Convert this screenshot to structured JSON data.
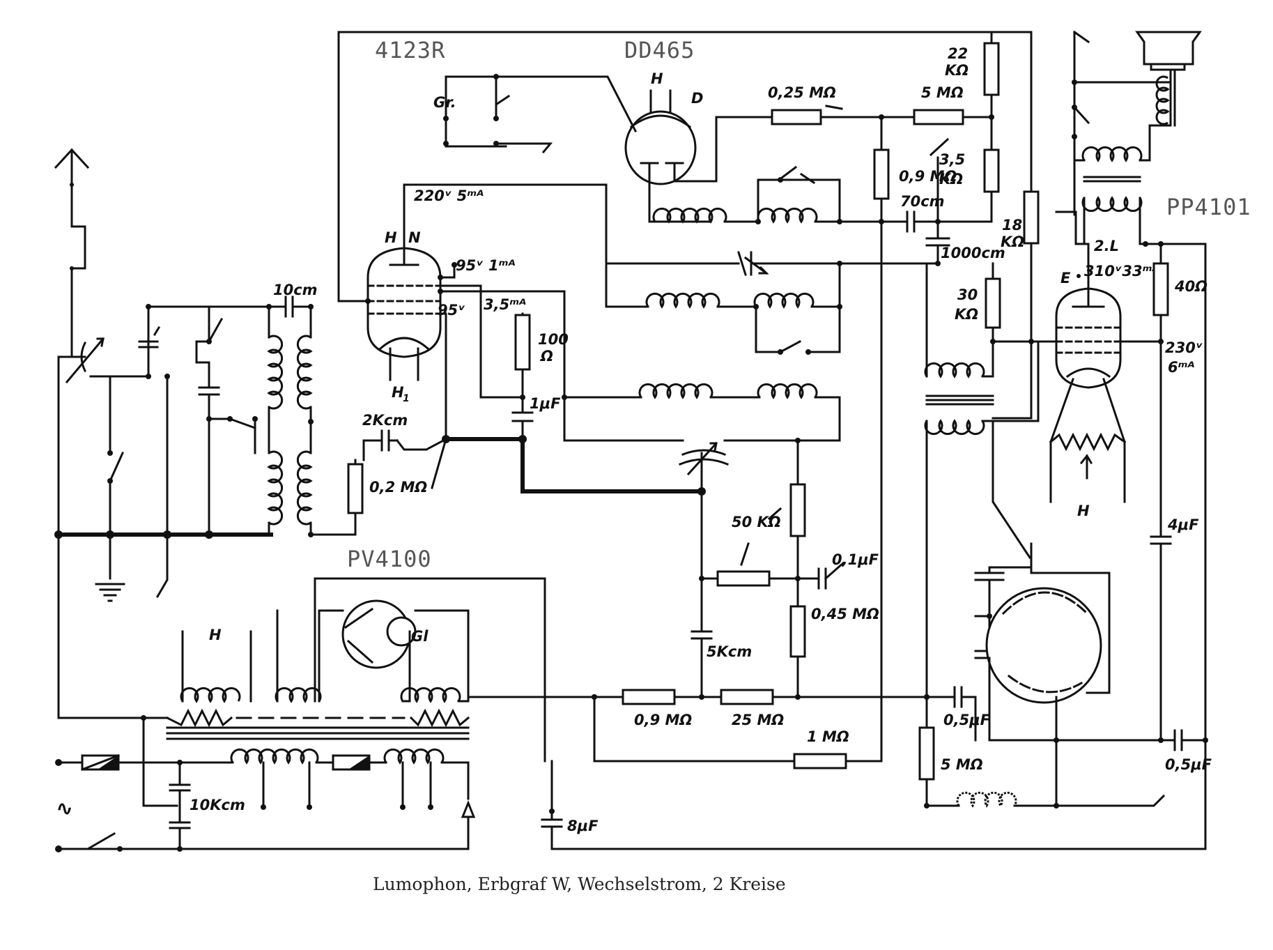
{
  "caption": "Lumophon, Erbgraf W, Wechselstrom, 2 Kreise",
  "tubes": {
    "t1": "4123R",
    "t2": "DD465",
    "t3": "PP4101",
    "t4": "PV4100"
  },
  "labels": {
    "gr": "Gr.",
    "h1_dd": "H",
    "h1_sub": "1",
    "d": "D",
    "r025": "0,25 MΩ",
    "r5m": "5 MΩ",
    "r22a": "22",
    "r22b": "KΩ",
    "r35a": "3,5",
    "r35b": "KΩ",
    "r09": "0,9 MΩ",
    "c70": "70cm",
    "r18a": "18",
    "r18b": "KΩ",
    "c1000": "1000cm",
    "v220": "220ᵛ 5ᵐᴬ",
    "h": "H",
    "n": "N",
    "v95a": "95ᵛ 1ᵐᴬ",
    "v95b": "95ᵛ",
    "v35": "3,5ᵐᴬ",
    "r100a": "100",
    "r100b": "Ω",
    "c1uf": "1μF",
    "h1_41": "H",
    "c10cm": "10cm",
    "c2k": "2Kcm",
    "r02": "0,2 MΩ",
    "r50k": "50 KΩ",
    "c01": "0,1μF",
    "r045": "0,45 MΩ",
    "c5k": "5Kcm",
    "r09b": "0,9 MΩ",
    "r25": "25 MΩ",
    "r1m": "1 MΩ",
    "r30a": "30",
    "r30b": "KΩ",
    "c05a": "0,5μF",
    "r5mb": "5 MΩ",
    "c05b": "0,5μF",
    "c4": "4μF",
    "r40": "40Ω",
    "v230": "230ᵛ",
    "ma6": "6ᵐᴬ",
    "e": "E",
    "v310": "310ᵛ33ᵐᴬ",
    "l2": "2.L",
    "h1_pp": "H",
    "h1_pv": "H",
    "gl": "Gl",
    "c10k": "10Kcm",
    "c8": "8μF",
    "ac": "∿"
  }
}
